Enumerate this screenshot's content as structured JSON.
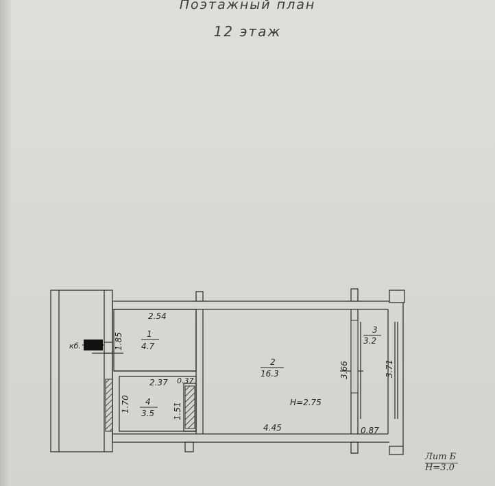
{
  "header": {
    "title": "Поэтажный план",
    "floor": "12 этаж"
  },
  "plan": {
    "rooms": [
      {
        "number": "1",
        "area": "4.7"
      },
      {
        "number": "2",
        "area": "16.3"
      },
      {
        "number": "3",
        "area": "3.2"
      },
      {
        "number": "4",
        "area": "3.5"
      }
    ],
    "dimensions": {
      "room1_width": "2.54",
      "room1_height": "1.85",
      "room4_width": "2.37",
      "room4_niche": "0.37",
      "room4_height": "1.70",
      "room4_height_right": "1.51",
      "room2_width": "4.45",
      "room2_height": "3.66",
      "room3_height": "3.71",
      "room3_width": "0.87"
    },
    "ceiling_height": "H=2.75",
    "shaft_label": "кб."
  },
  "footer": {
    "lit": "Лит Б",
    "height": "H=3.0"
  },
  "colors": {
    "paper": "#dcdcda",
    "ink": "#222222",
    "hatch": "#444444"
  }
}
